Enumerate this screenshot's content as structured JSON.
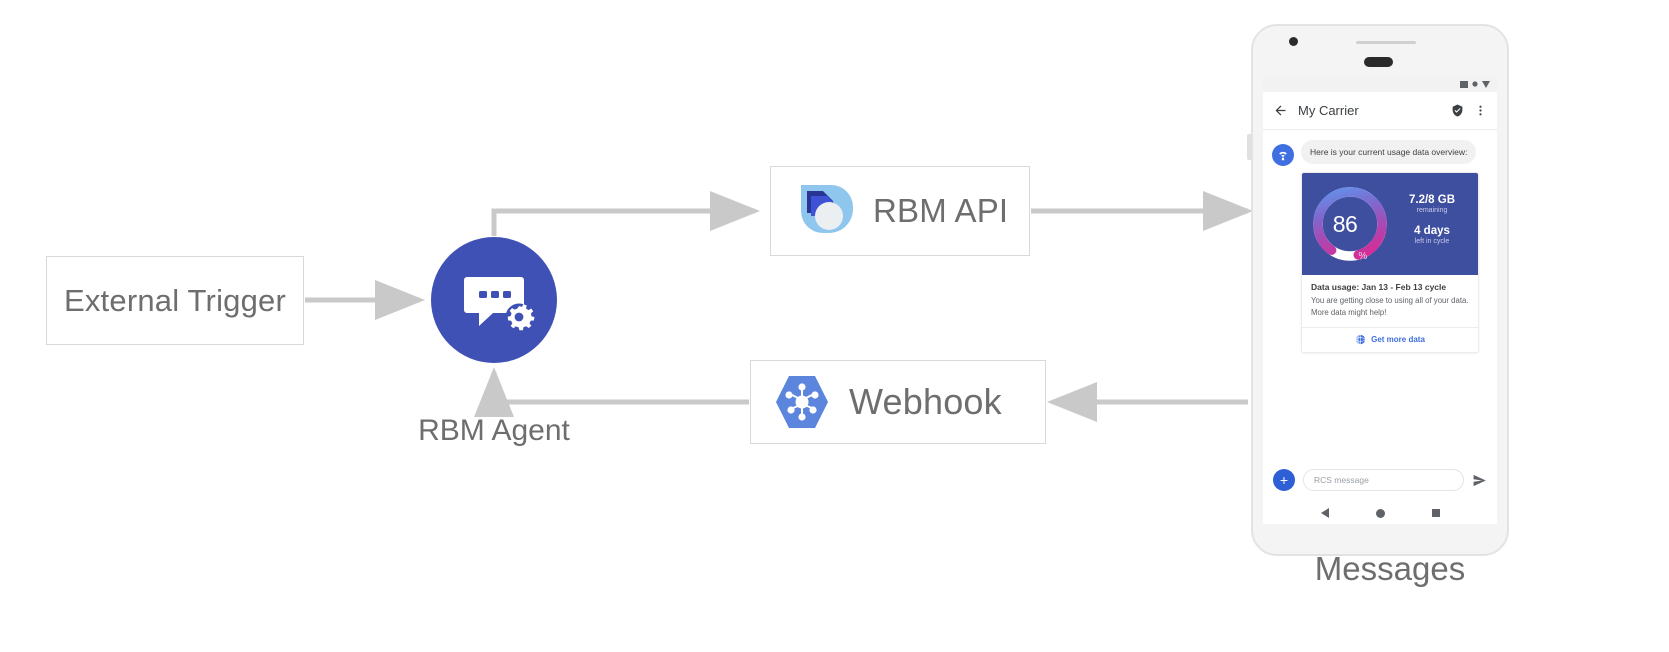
{
  "diagram": {
    "nodes": {
      "external_trigger": {
        "label": "External Trigger"
      },
      "rbm_agent": {
        "caption": "RBM Agent",
        "icon": "chat-gear-icon",
        "color": "#3f51b5"
      },
      "rbm_api": {
        "label": "RBM API",
        "icon": "rbm-api-icon"
      },
      "webhook": {
        "label": "Webhook",
        "icon": "webhook-hexagon-icon",
        "color": "#5c85de"
      },
      "messages": {
        "caption": "Messages"
      }
    },
    "arrow_color": "#c9c9c9"
  },
  "phone": {
    "status_bar": {
      "icons": [
        "signal-icon",
        "wifi-dot-icon",
        "battery-icon"
      ]
    },
    "app_bar": {
      "back_icon": "back-arrow-icon",
      "title": "My Carrier",
      "verified_icon": "verified-shield-icon",
      "overflow_icon": "more-vertical-icon"
    },
    "conversation": {
      "avatar_icon": "carrier-antenna-icon",
      "incoming_message": "Here is your current usage data overview:",
      "rich_card": {
        "gauge": {
          "value": "86",
          "unit": "%",
          "percent": 86,
          "track_color": "#ffffff",
          "gradient_from": "#5b9bf0",
          "gradient_mid": "#8c57c4",
          "gradient_to": "#e0258f"
        },
        "stat_primary": "7.2/8 GB",
        "stat_primary_sub": "remaining",
        "stat_secondary": "4 days",
        "stat_secondary_sub": "left in cycle",
        "hero_bg": "#3f4fa0",
        "title": "Data usage: Jan 13 - Feb 13 cycle",
        "description": "You are getting close to using all of your data. More data might help!",
        "action_icon": "globe-icon",
        "action_label": "Get more data",
        "action_color": "#3f6fe0"
      }
    },
    "composer": {
      "add_label": "+",
      "placeholder": "RCS message",
      "send_icon": "send-icon"
    },
    "nav_bar": {
      "back_icon": "nav-back-triangle-icon",
      "home_icon": "nav-home-circle-icon",
      "recents_icon": "nav-recents-square-icon"
    }
  }
}
